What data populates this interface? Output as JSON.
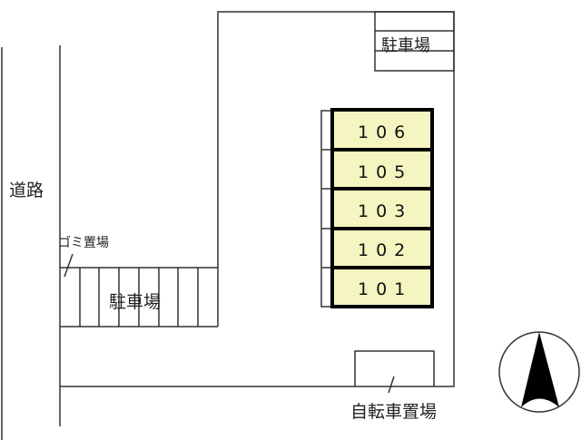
{
  "labels": {
    "road": "道路",
    "garbage": "ゴミ置場",
    "parking_left": "駐車場",
    "parking_top": "駐車場",
    "bicycle": "自転車置場"
  },
  "units": [
    "106",
    "105",
    "103",
    "102",
    "101"
  ],
  "colors": {
    "unit_fill": "#f5f5c2",
    "line": "#333333"
  },
  "compass": {
    "icon": "north-arrow-icon"
  }
}
